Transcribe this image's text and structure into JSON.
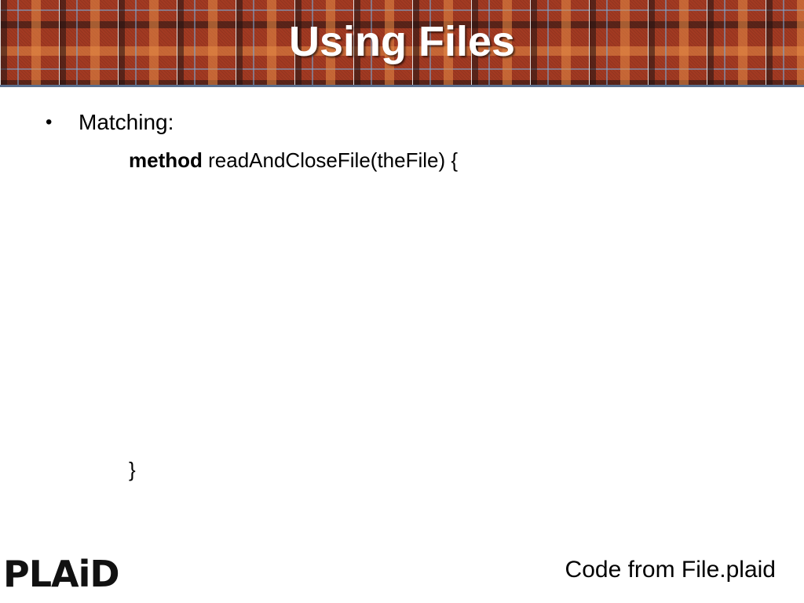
{
  "header": {
    "title": "Using Files"
  },
  "content": {
    "bullet": "Matching:",
    "code_keyword": "method",
    "code_signature": " readAndCloseFile(theFile) {",
    "closing_brace": "}"
  },
  "logo": {
    "text": "PLAiD"
  },
  "footer": {
    "note": "Code from File.plaid"
  },
  "colors": {
    "header_bg": "#a33a22",
    "title_text": "#ffffff"
  }
}
